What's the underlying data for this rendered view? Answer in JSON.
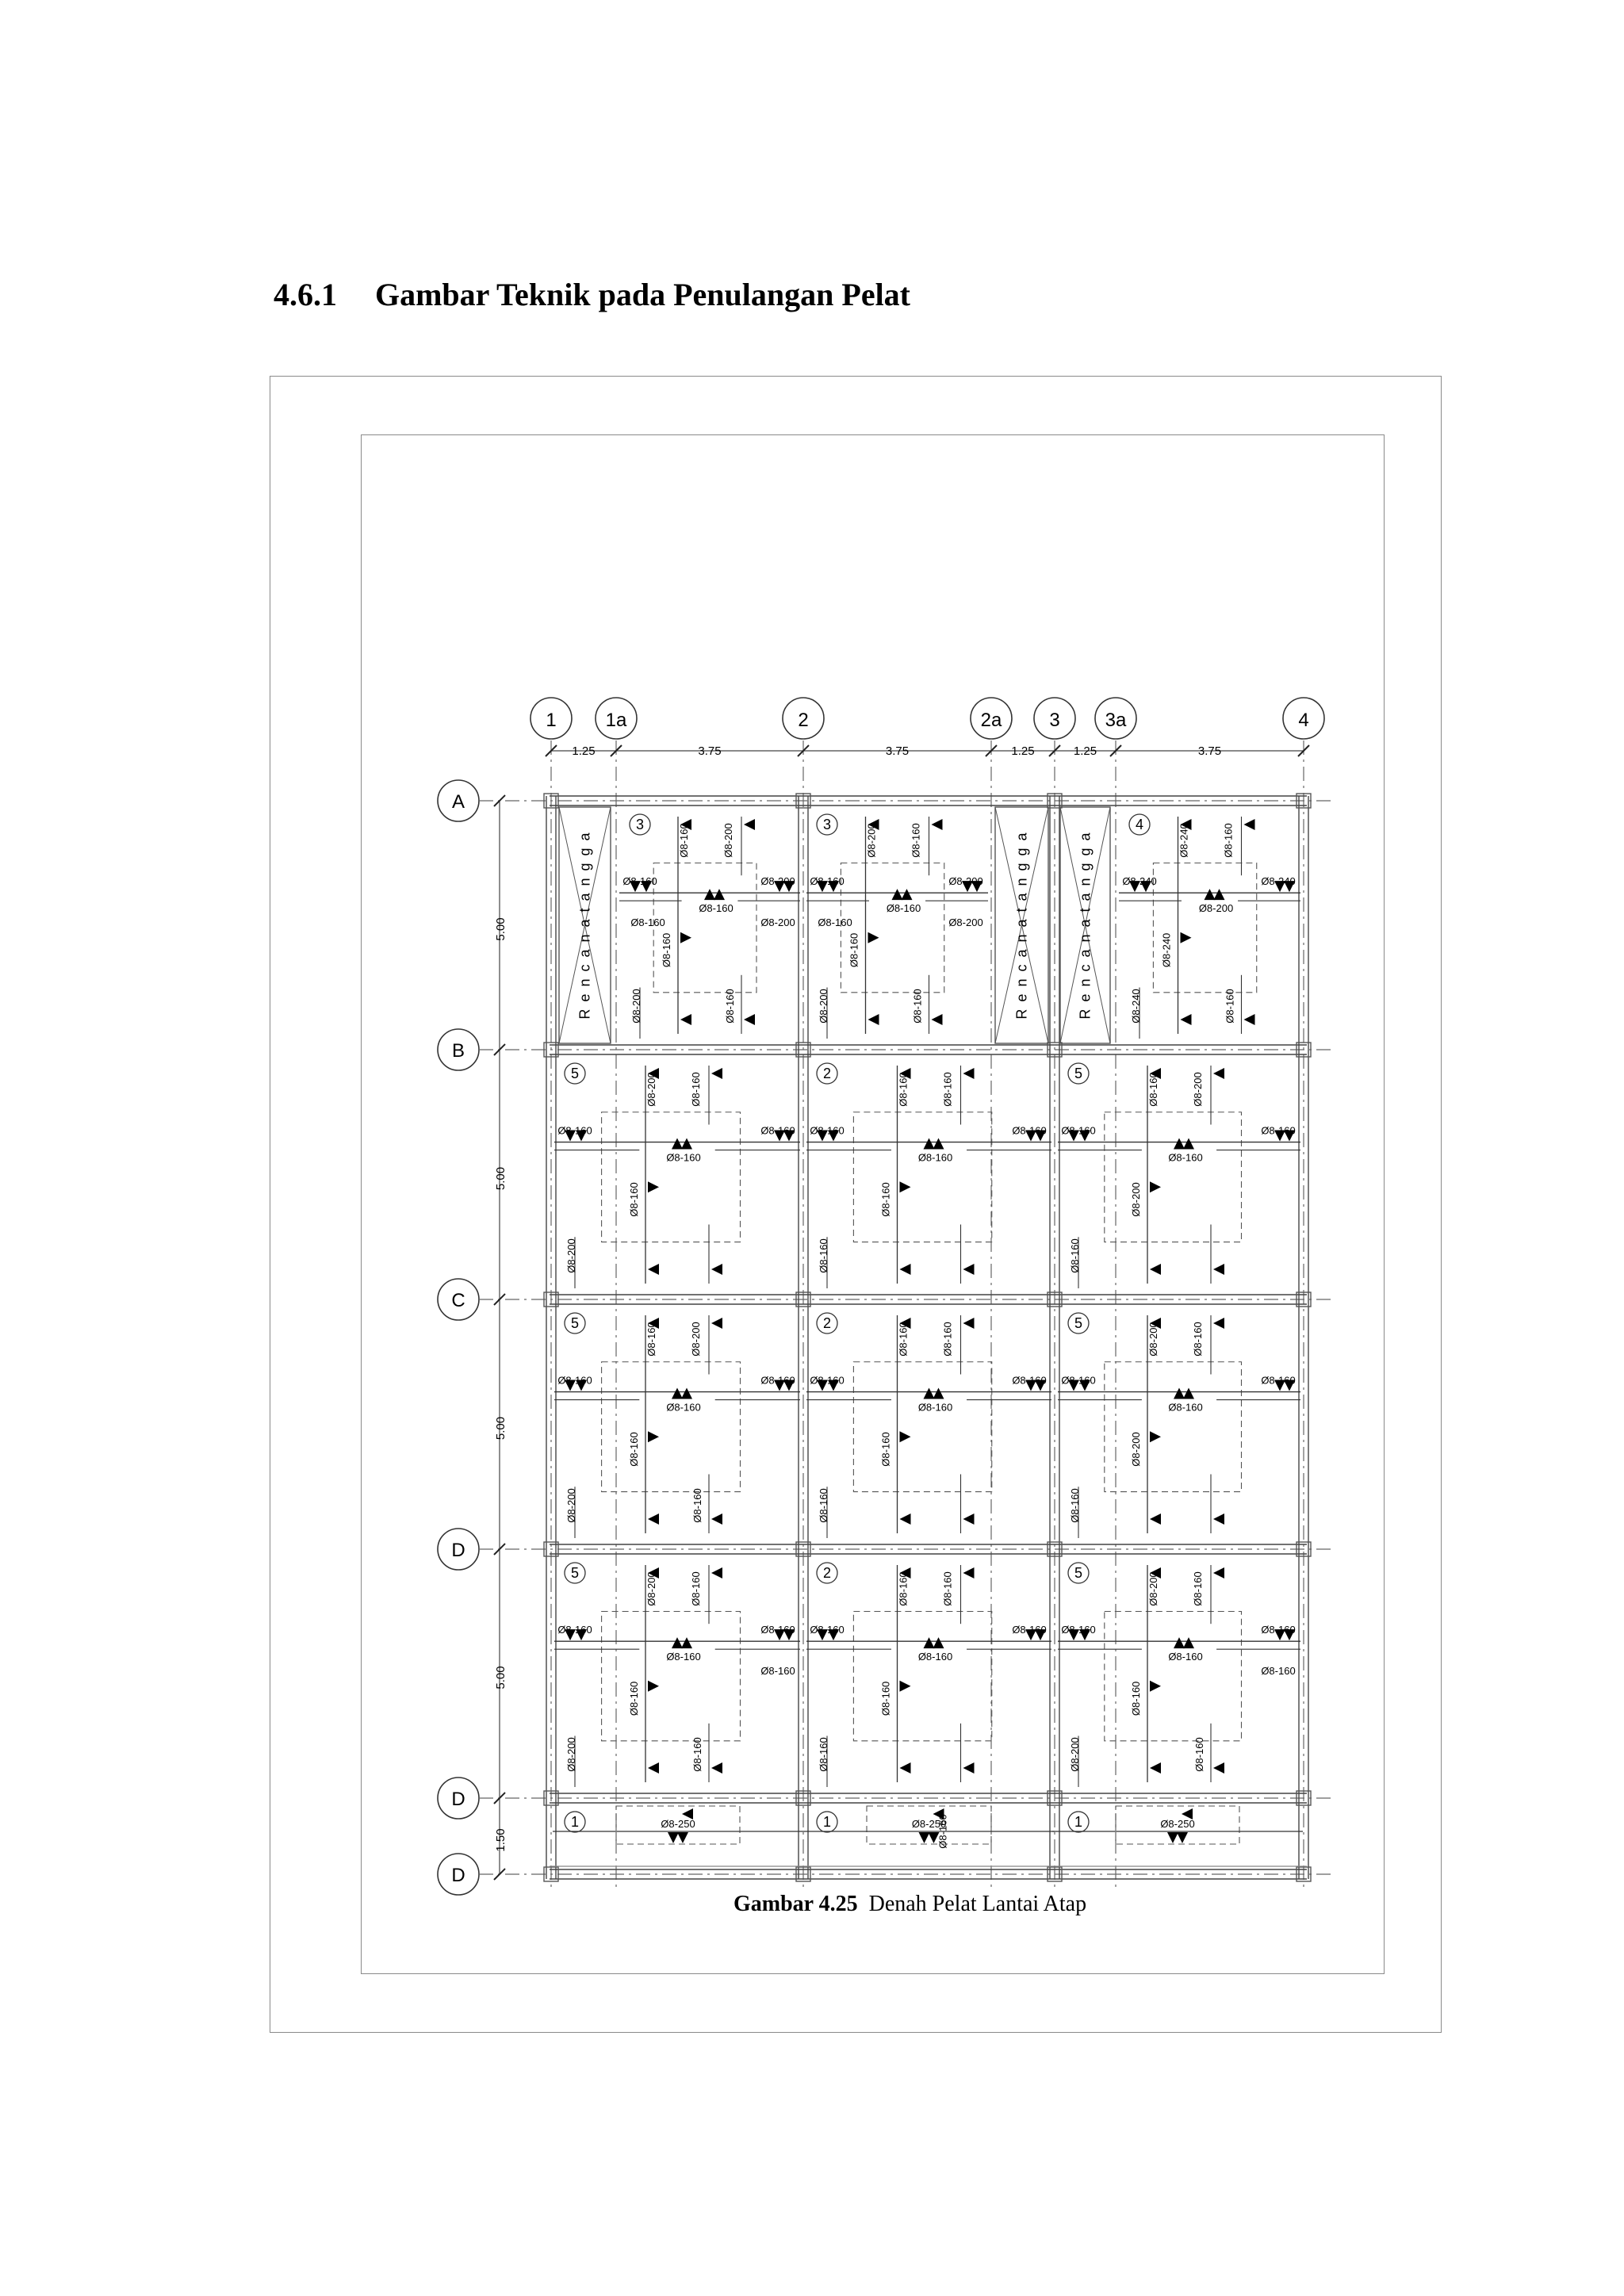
{
  "section": {
    "number": "4.6.1",
    "title": "Gambar Teknik pada Penulangan Pelat"
  },
  "figure": {
    "caption_label": "Gambar 4.25",
    "caption_text": "Denah Pelat Lantai Atap"
  },
  "plan": {
    "column_grid": [
      "1",
      "1a",
      "2",
      "2a",
      "3",
      "3a",
      "4"
    ],
    "column_dims": [
      "1.25",
      "3.75",
      "3.75",
      "1.25",
      "1.25",
      "3.75"
    ],
    "row_grid": [
      "A",
      "B",
      "C",
      "D",
      "D",
      "D"
    ],
    "row_dims": [
      "5.00",
      "5.00",
      "5.00",
      "5.00",
      "1.50"
    ],
    "stair_label": "R e n c a n a   t a n g g a",
    "panel_types": {
      "row1": [
        "3",
        "3",
        "4"
      ],
      "row2": [
        "5",
        "2",
        "5"
      ],
      "row3": [
        "5",
        "2",
        "5"
      ],
      "row4": [
        "5",
        "2",
        "5"
      ],
      "row5": [
        "1",
        "1",
        "1"
      ]
    },
    "rebar": {
      "r1_bay1": [
        "Ø8-160",
        "Ø8-200",
        "Ø8-160",
        "Ø8-160",
        "Ø8-200",
        "Ø8-160",
        "Ø8-200",
        "Ø8-160",
        "Ø8-200",
        "Ø8-160"
      ],
      "r1_bay2": [
        "Ø8-200",
        "Ø8-160",
        "Ø8-160",
        "Ø8-160",
        "Ø8-200",
        "Ø8-160",
        "Ø8-200",
        "Ø8-160",
        "Ø8-200",
        "Ø8-160"
      ],
      "r1_bay3": [
        "Ø8-240",
        "Ø8-160",
        "Ø8-240",
        "Ø8-200",
        "Ø8-240",
        "Ø8-240",
        "Ø8-240",
        "Ø8-160"
      ],
      "mid_bay1": [
        "Ø8-200",
        "Ø8-160",
        "Ø8-160",
        "Ø8-160",
        "Ø8-160",
        "Ø8-160",
        "Ø8-200"
      ],
      "mid_bay2": [
        "Ø8-160",
        "Ø8-160",
        "Ø8-160",
        "Ø8-160",
        "Ø8-160",
        "Ø8-160",
        "Ø8-160"
      ],
      "mid_bay3": [
        "Ø8-160",
        "Ø8-200",
        "Ø8-160",
        "Ø8-160",
        "Ø8-160",
        "Ø8-200",
        "Ø8-160"
      ],
      "r3_bay1": [
        "Ø8-160",
        "Ø8-200",
        "Ø8-160",
        "Ø8-160",
        "Ø8-160",
        "Ø8-160",
        "Ø8-200",
        "Ø8-160"
      ],
      "r3_bay3": [
        "Ø8-200",
        "Ø8-160",
        "Ø8-160",
        "Ø8-160",
        "Ø8-160",
        "Ø8-200",
        "Ø8-160"
      ],
      "r4_bay1": [
        "Ø8-200",
        "Ø8-160",
        "Ø8-160",
        "Ø8-160",
        "Ø8-160",
        "Ø8-160",
        "Ø8-200",
        "Ø8-160",
        "Ø8-160"
      ],
      "r4_bay2": [
        "Ø8-160",
        "Ø8-160",
        "Ø8-160",
        "Ø8-160",
        "Ø8-160",
        "Ø8-160",
        "Ø8-160"
      ],
      "r4_bay3": [
        "Ø8-200",
        "Ø8-160",
        "Ø8-160",
        "Ø8-160",
        "Ø8-160",
        "Ø8-160",
        "Ø8-200",
        "Ø8-160",
        "Ø8-160"
      ],
      "r5_bay1": [
        "Ø8-250"
      ],
      "r5_bay2": [
        "Ø8-250",
        "Ø8-160"
      ],
      "r5_bay3": [
        "Ø8-250"
      ]
    }
  }
}
